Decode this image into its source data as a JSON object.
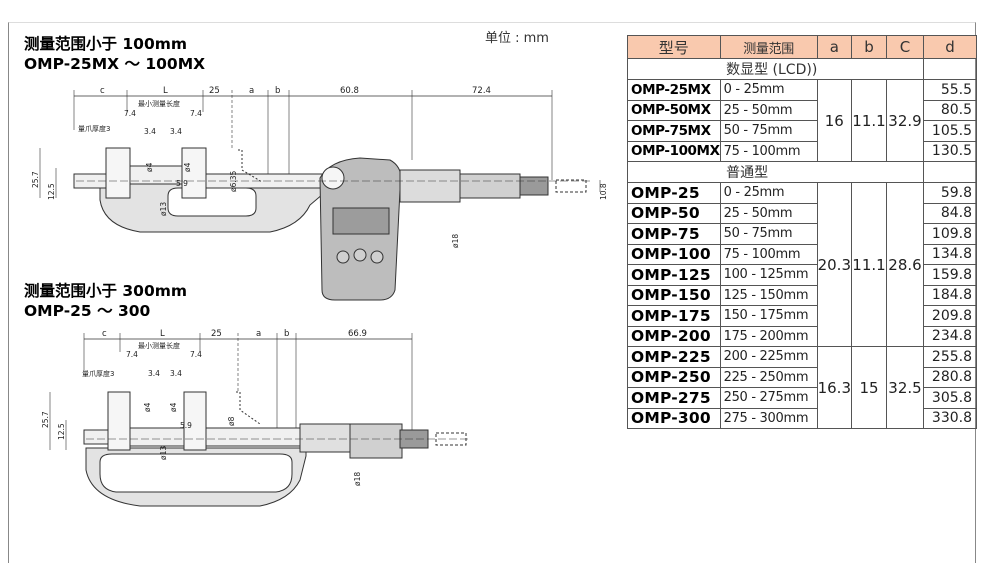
{
  "unit_label": "单位 : mm",
  "section1": {
    "title": "测量范围小于 100mm",
    "subtitle": "OMP-25MX ～ 100MX",
    "dims_top": [
      "c",
      "L",
      "25",
      "a",
      "b",
      "60.8",
      "72.4"
    ],
    "labels": {
      "min_len": "最小测量长度",
      "jaw_thk": "量爪厚度3",
      "d74a": "7.4",
      "d74b": "7.4",
      "d34a": "3.4",
      "d34b": "3.4",
      "d59": "5.9",
      "d257": "25.7",
      "d125": "12.5",
      "phi4a": "ø4",
      "phi4b": "ø4",
      "phi635": "ø6.35",
      "phi13": "ø13",
      "phi18": "ø18",
      "d108": "10.8"
    }
  },
  "section2": {
    "title": "测量范围小于 300mm",
    "subtitle": "OMP-25 ～ 300",
    "dims_top": [
      "c",
      "L",
      "25",
      "a",
      "b",
      "66.9"
    ],
    "labels": {
      "min_len": "最小测量长度",
      "jaw_thk": "量爪厚度3",
      "d74a": "7.4",
      "d74b": "7.4",
      "d34a": "3.4",
      "d34b": "3.4",
      "d59": "5.9",
      "d257": "25.7",
      "d125": "12.5",
      "phi4a": "ø4",
      "phi4b": "ø4",
      "phi8": "ø8",
      "phi13": "ø13",
      "phi18": "ø18"
    }
  },
  "table": {
    "headers": [
      "型号",
      "测量范围",
      "a",
      "b",
      "C",
      "d"
    ],
    "group_lcd": "数显型 (LCD))",
    "lcd_rows": [
      {
        "model": "OMP-25MX",
        "range": "0 - 25mm",
        "d": "55.5"
      },
      {
        "model": "OMP-50MX",
        "range": "25 - 50mm",
        "d": "80.5"
      },
      {
        "model": "OMP-75MX",
        "range": "50 - 75mm",
        "d": "105.5"
      },
      {
        "model": "OMP-100MX",
        "range": "75 - 100mm",
        "d": "130.5"
      }
    ],
    "lcd_abc": {
      "a": "16",
      "b": "11.1",
      "c": "32.9"
    },
    "group_std": "普通型",
    "std_rows_1": [
      {
        "model": "OMP-25",
        "range": "0 - 25mm",
        "d": "59.8"
      },
      {
        "model": "OMP-50",
        "range": "25 - 50mm",
        "d": "84.8"
      },
      {
        "model": "OMP-75",
        "range": "50 - 75mm",
        "d": "109.8"
      },
      {
        "model": "OMP-100",
        "range": "75 - 100mm",
        "d": "134.8"
      },
      {
        "model": "OMP-125",
        "range": "100 - 125mm",
        "d": "159.8"
      },
      {
        "model": "OMP-150",
        "range": "125 - 150mm",
        "d": "184.8"
      },
      {
        "model": "OMP-175",
        "range": "150 - 175mm",
        "d": "209.8"
      },
      {
        "model": "OMP-200",
        "range": "175 - 200mm",
        "d": "234.8"
      }
    ],
    "std_abc_1": {
      "a": "20.3",
      "b": "11.1",
      "c": "28.6"
    },
    "std_rows_2": [
      {
        "model": "OMP-225",
        "range": "200 - 225mm",
        "d": "255.8"
      },
      {
        "model": "OMP-250",
        "range": "225 - 250mm",
        "d": "280.8"
      },
      {
        "model": "OMP-275",
        "range": "250 - 275mm",
        "d": "305.8"
      },
      {
        "model": "OMP-300",
        "range": "275 - 300mm",
        "d": "330.8"
      }
    ],
    "std_abc_2": {
      "a": "16.3",
      "b": "15",
      "c": "32.5"
    }
  }
}
